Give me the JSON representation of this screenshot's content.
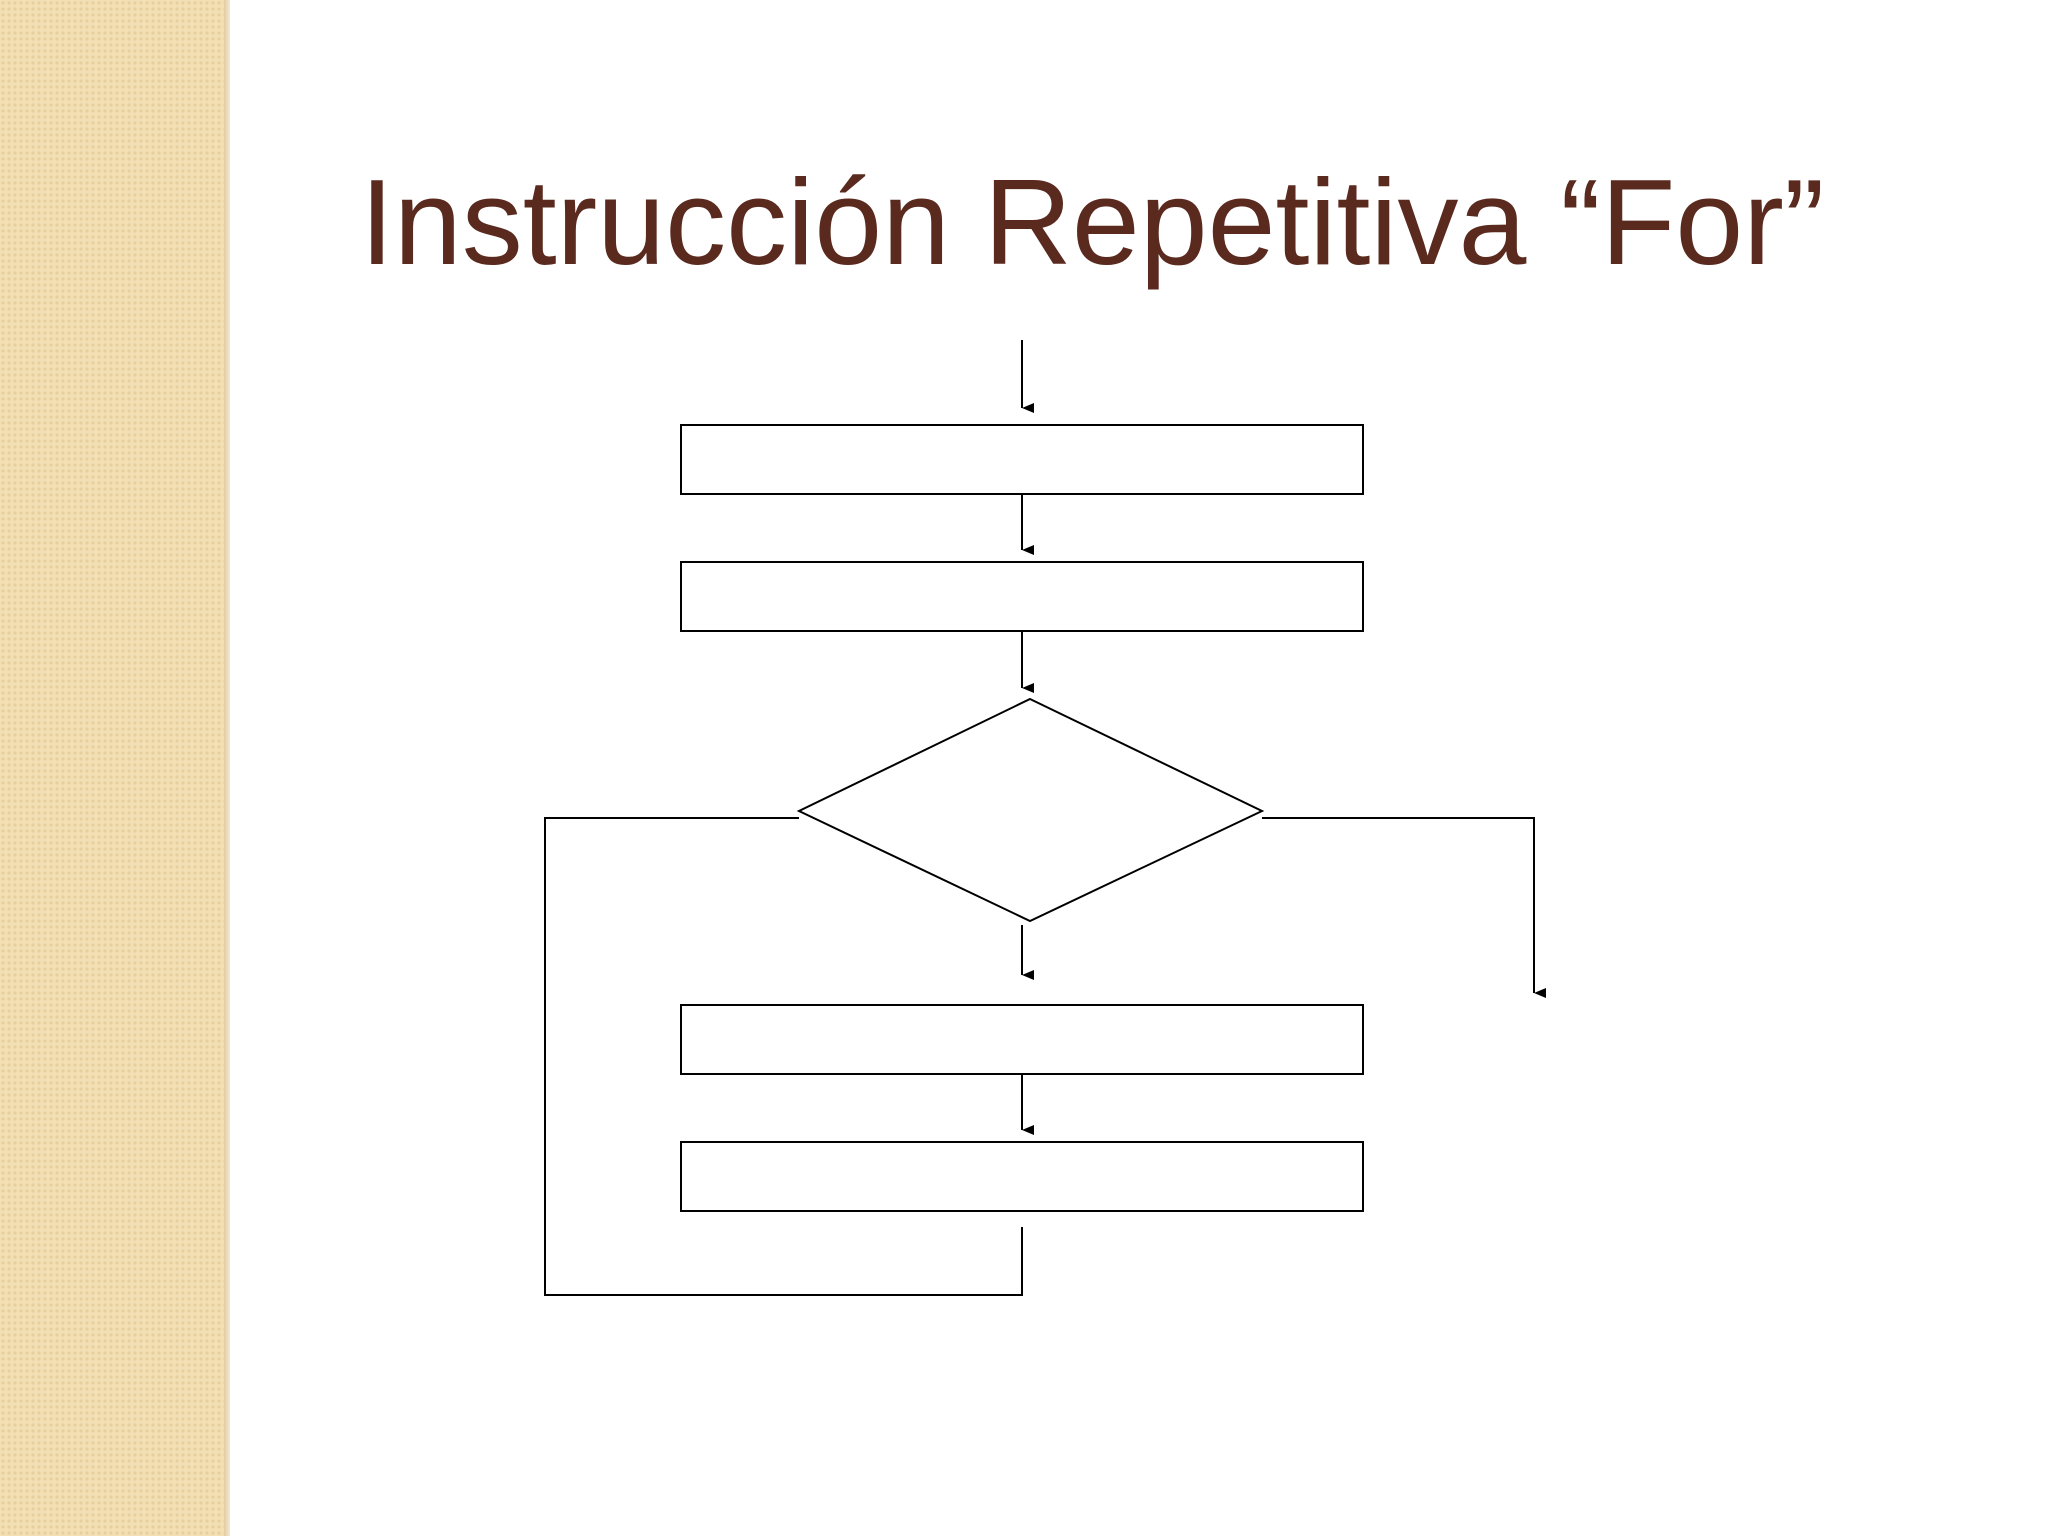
{
  "slide": {
    "title": "Instrucción Repetitiva “For”",
    "sidebar_color": "#f3dfb4",
    "title_color": "#5a2a1f"
  },
  "flowchart": {
    "nodes": [
      {
        "id": "process-1",
        "shape": "rectangle",
        "label": ""
      },
      {
        "id": "process-2",
        "shape": "rectangle",
        "label": ""
      },
      {
        "id": "decision",
        "shape": "diamond",
        "label": ""
      },
      {
        "id": "process-3",
        "shape": "rectangle",
        "label": ""
      },
      {
        "id": "process-4",
        "shape": "rectangle",
        "label": ""
      }
    ],
    "edges": [
      {
        "from": "entry",
        "to": "process-1"
      },
      {
        "from": "process-1",
        "to": "process-2"
      },
      {
        "from": "process-2",
        "to": "decision"
      },
      {
        "from": "decision",
        "to": "process-3"
      },
      {
        "from": "process-3",
        "to": "process-4"
      },
      {
        "from": "process-4",
        "to": "decision",
        "type": "loop-back"
      },
      {
        "from": "decision",
        "to": "exit"
      }
    ]
  }
}
